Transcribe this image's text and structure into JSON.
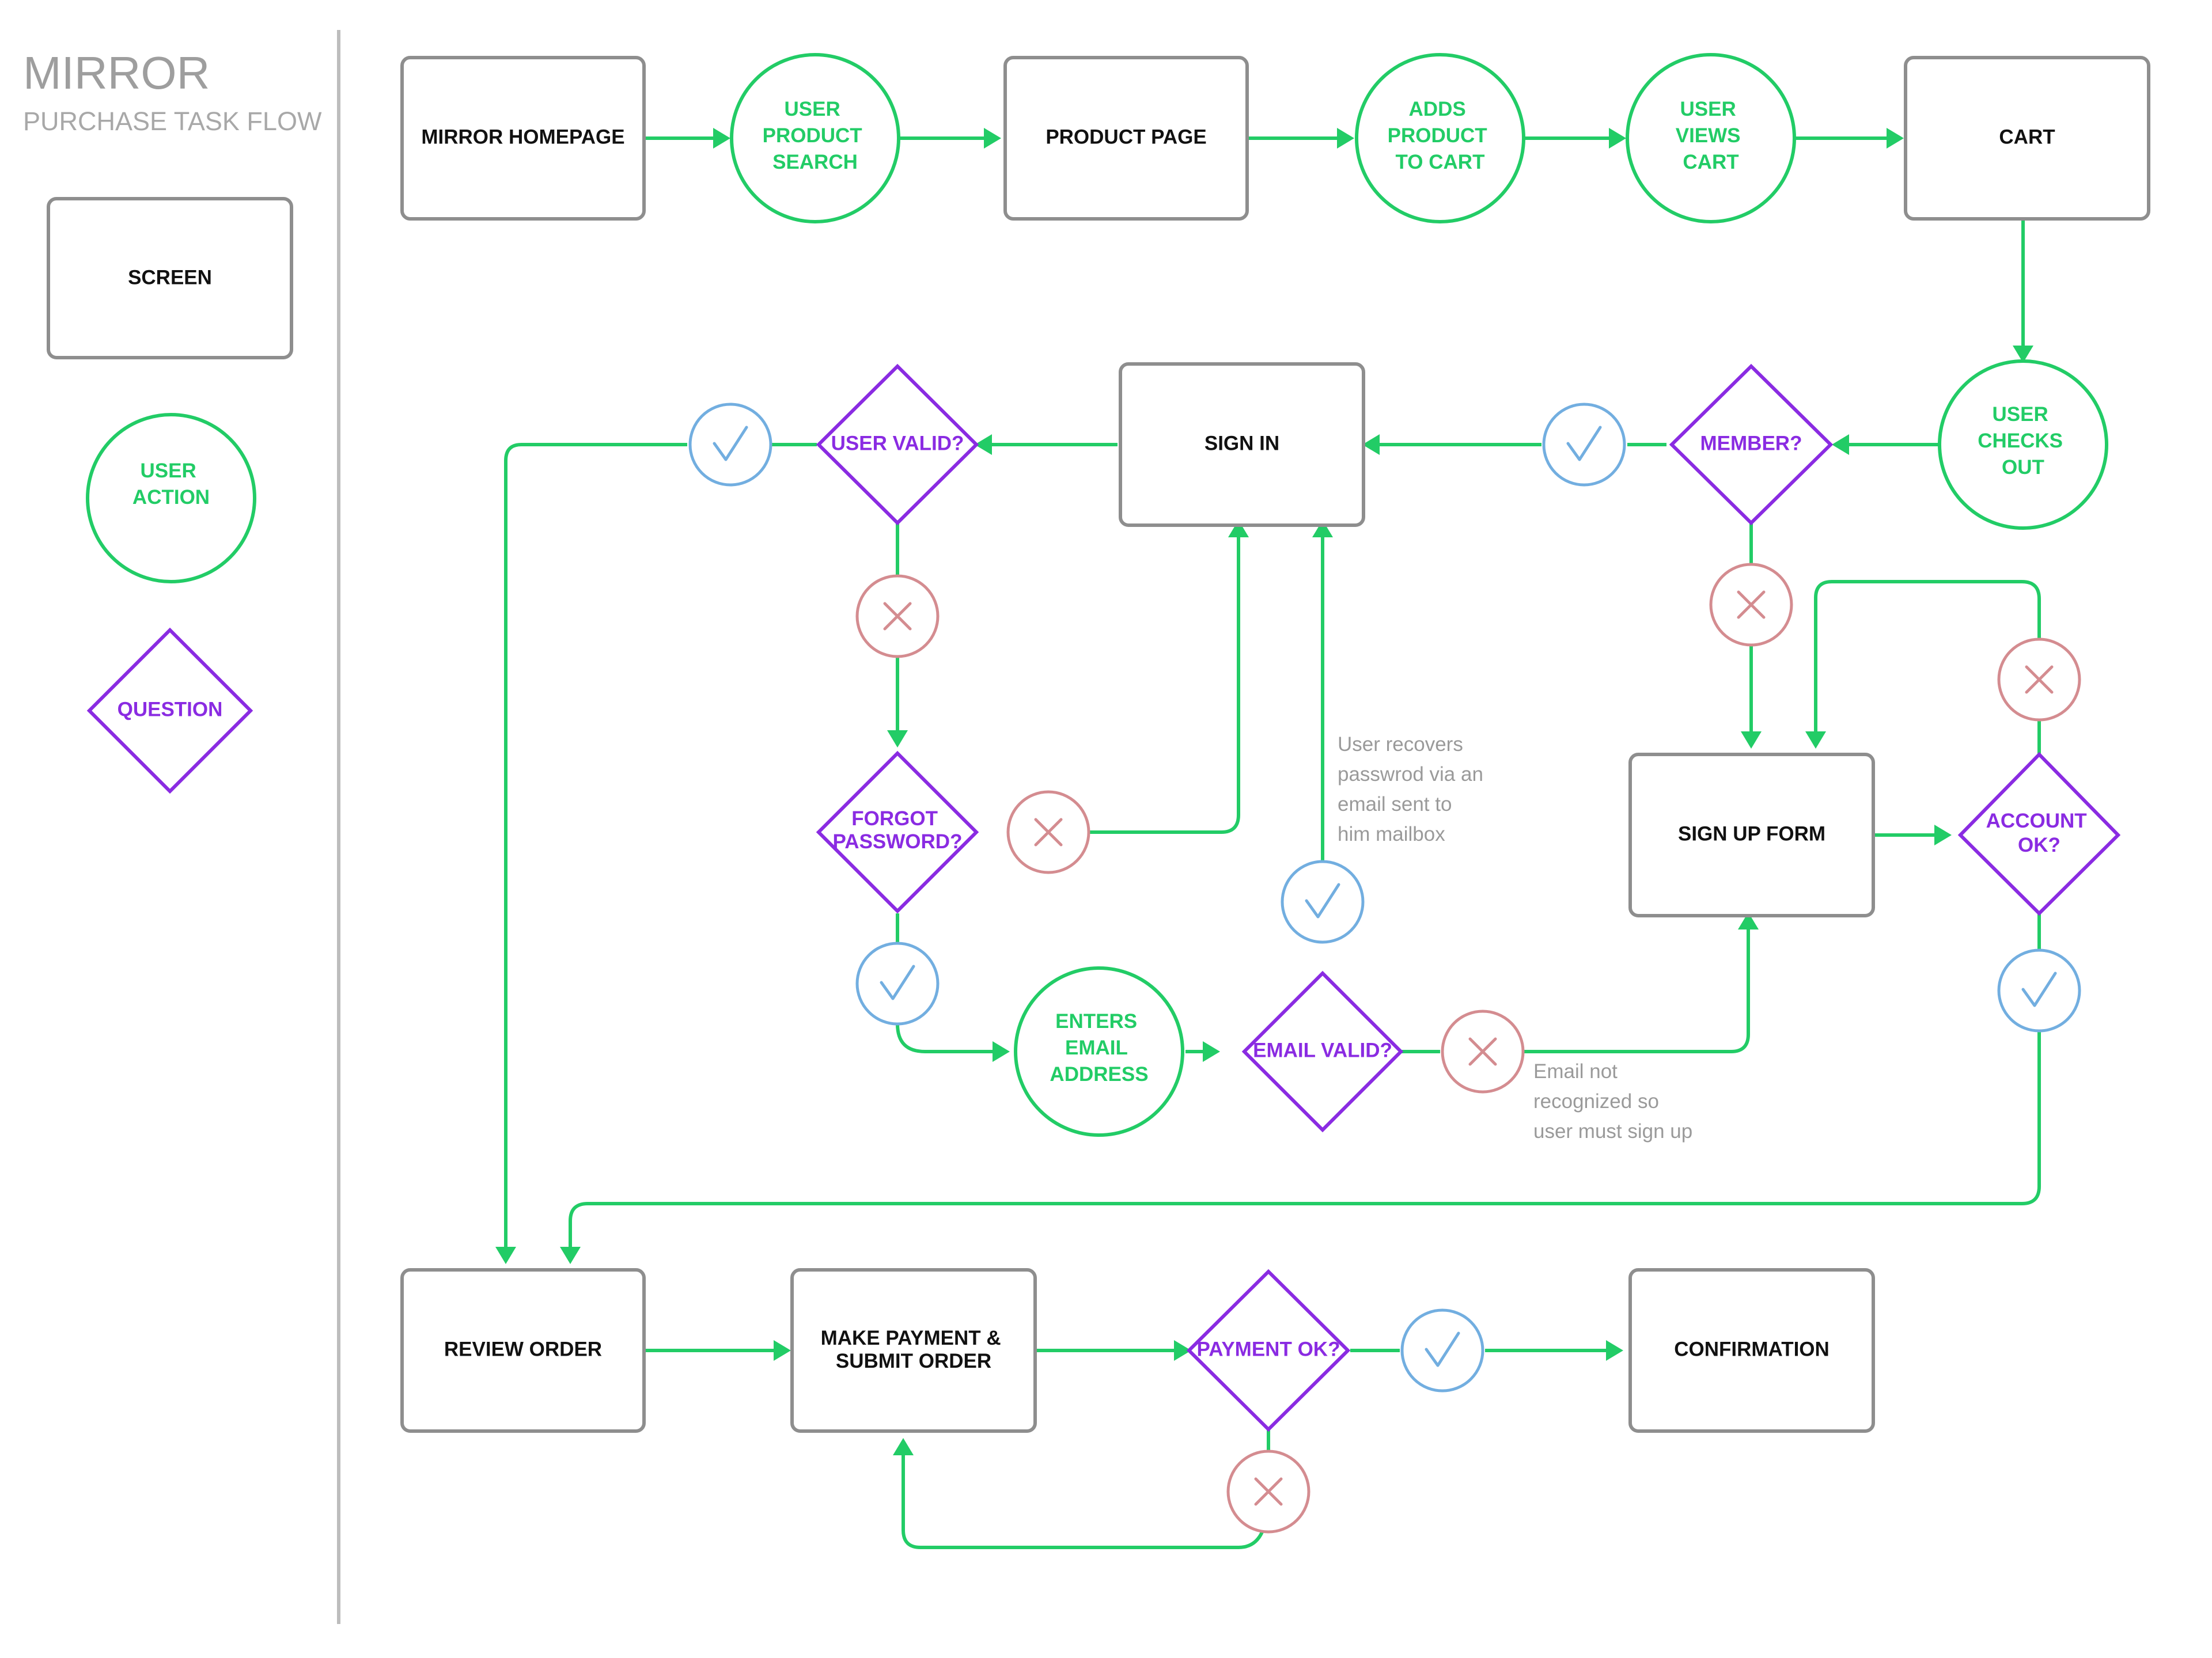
{
  "title": "MIRROR",
  "subtitle": "PURCHASE TASK FLOW",
  "legend": {
    "screen": "SCREEN",
    "user_action": [
      "USER",
      "ACTION"
    ],
    "question": "QUESTION"
  },
  "screens": {
    "homepage": "MIRROR HOMEPAGE",
    "product_page": "PRODUCT PAGE",
    "cart": "CART",
    "sign_in": "SIGN IN",
    "sign_up_form": "SIGN UP FORM",
    "review_order": "REVIEW ORDER",
    "make_payment": [
      "MAKE PAYMENT &",
      "SUBMIT ORDER"
    ],
    "confirmation": "CONFIRMATION"
  },
  "actions": {
    "product_search": [
      "USER",
      "PRODUCT",
      "SEARCH"
    ],
    "adds_to_cart": [
      "ADDS",
      "PRODUCT",
      "TO CART"
    ],
    "views_cart": [
      "USER",
      "VIEWS",
      "CART"
    ],
    "checks_out": [
      "USER",
      "CHECKS",
      "OUT"
    ],
    "enters_email": [
      "ENTERS",
      "EMAIL",
      "ADDRESS"
    ]
  },
  "questions": {
    "member": "MEMBER?",
    "user_valid": "USER VALID?",
    "forgot_password": [
      "FORGOT",
      "PASSWORD?"
    ],
    "email_valid": "EMAIL VALID?",
    "account_ok": [
      "ACCOUNT",
      "OK?"
    ],
    "payment_ok": "PAYMENT OK?"
  },
  "notes": {
    "password_recovery": [
      "User recovers",
      "passwrod via an",
      "email sent to",
      "him mailbox"
    ],
    "email_not_recognized": [
      "Email not",
      "recognized so",
      "user must sign up"
    ]
  },
  "colors": {
    "screen_border": "#8e8e8e",
    "action": "#22cc66",
    "question": "#8a2be2",
    "yes": "#72aee0",
    "no": "#d48c90",
    "note_text": "#9a9a9a"
  },
  "icons": {
    "yes": "check-icon",
    "no": "cross-icon"
  }
}
